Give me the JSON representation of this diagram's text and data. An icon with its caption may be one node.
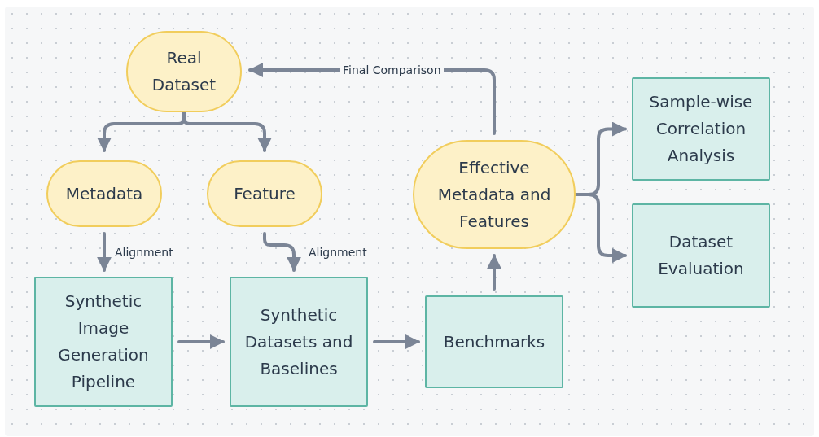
{
  "diagram": {
    "nodes": [
      {
        "text": [
          "Real Dataset"
        ]
      },
      {
        "text": [
          "Metadata"
        ]
      },
      {
        "text": [
          "Feature"
        ]
      },
      {
        "text": [
          "Effective Metadata and Features"
        ]
      },
      {
        "text": [
          "Sample-wise Correlation Analysis"
        ]
      },
      {
        "text": [
          "Dataset Evaluation"
        ]
      },
      {
        "text": [
          "Synthetic Image Generation Pipeline"
        ]
      },
      {
        "text": [
          "Synthetic Datasets and Baselines"
        ]
      },
      {
        "text": [
          "Benchmarks"
        ]
      }
    ],
    "edges": [
      {
        "from": 0,
        "to": 1,
        "arrow": "to"
      },
      {
        "from": 0,
        "to": 2,
        "arrow": "to"
      },
      {
        "from": 1,
        "to": 6,
        "arrow": "to",
        "label": "Alignment"
      },
      {
        "from": 2,
        "to": 7,
        "arrow": "to",
        "label": "Alignment"
      },
      {
        "from": 6,
        "to": 7,
        "arrow": "to"
      },
      {
        "from": 7,
        "to": 8,
        "arrow": "to"
      },
      {
        "from": 8,
        "to": 3,
        "arrow": "to"
      },
      {
        "from": 3,
        "to": 0,
        "arrow": "to",
        "label": "Final Comparison"
      },
      {
        "from": 3,
        "to": 4,
        "arrow": "to"
      },
      {
        "from": 3,
        "to": 5,
        "arrow": "to"
      }
    ]
  }
}
